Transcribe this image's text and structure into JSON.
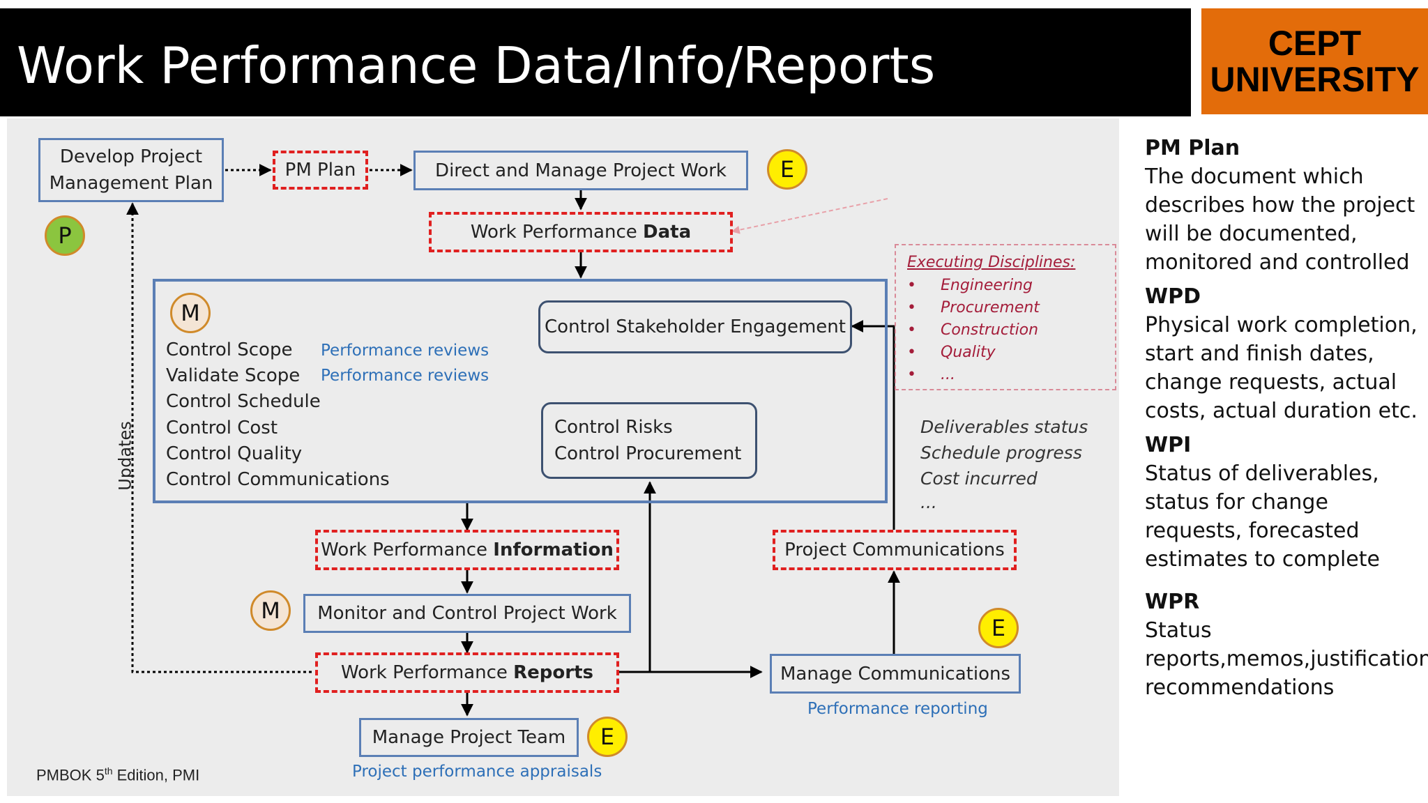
{
  "title": "Work Performance Data/Info/Reports",
  "logo": {
    "line1": "CEPT",
    "line2": "UNIVERSITY"
  },
  "diagram": {
    "develop_pm_plan": "Develop Project Management Plan",
    "pm_plan": "PM Plan",
    "direct_manage": "Direct and Manage Project Work",
    "wpd_prefix": "Work Performance ",
    "wpd_bold": "Data",
    "control_stakeholder": "Control Stakeholder Engagement",
    "control_list": [
      "Control Scope",
      "Validate Scope",
      "Control Schedule",
      "Control Cost",
      "Control Quality",
      "Control Communications"
    ],
    "perf_reviews": [
      "Performance reviews",
      "Performance reviews"
    ],
    "control_risks": [
      "Control Risks",
      "Control Procurement"
    ],
    "wpi_prefix": "Work Performance ",
    "wpi_bold": "Information",
    "monitor_control": "Monitor and Control Project Work",
    "wpr_prefix": "Work Performance ",
    "wpr_bold": "Reports",
    "manage_team": "Manage Project Team",
    "team_appraisals": "Project performance appraisals",
    "project_comms": "Project Communications",
    "manage_comms": "Manage Communications",
    "perf_reporting": "Performance reporting",
    "updates": "Updates",
    "deliverables": [
      "Deliverables status",
      "Schedule progress",
      "Cost incurred",
      "..."
    ],
    "executing": {
      "title": "Executing Disciplines:",
      "items": [
        "Engineering",
        "Procurement",
        "Construction",
        "Quality",
        "..."
      ]
    },
    "badges": {
      "e": "E",
      "p": "P",
      "m": "M"
    },
    "source_prefix": "PMBOK 5",
    "source_sup": "th",
    "source_suffix": " Edition, PMI"
  },
  "notes": [
    {
      "head": "PM Plan",
      "body": "The document which describes how the project will be documented, monitored and controlled"
    },
    {
      "head": "WPD",
      "body": "Physical work completion, start and finish dates, change requests, actual costs, actual duration etc."
    },
    {
      "head": "WPI",
      "body": "Status of deliverables, status for change requests, forecasted estimates to complete"
    },
    {
      "head": "WPR",
      "body": "Status reports,memos,justifications, recommendations"
    }
  ],
  "colors": {
    "accent_orange": "#e36c0a",
    "dashed_red": "#e02020",
    "box_blue": "#5b7fb5",
    "link_blue": "#2d6fb7",
    "exec_red": "#a41d3a"
  }
}
